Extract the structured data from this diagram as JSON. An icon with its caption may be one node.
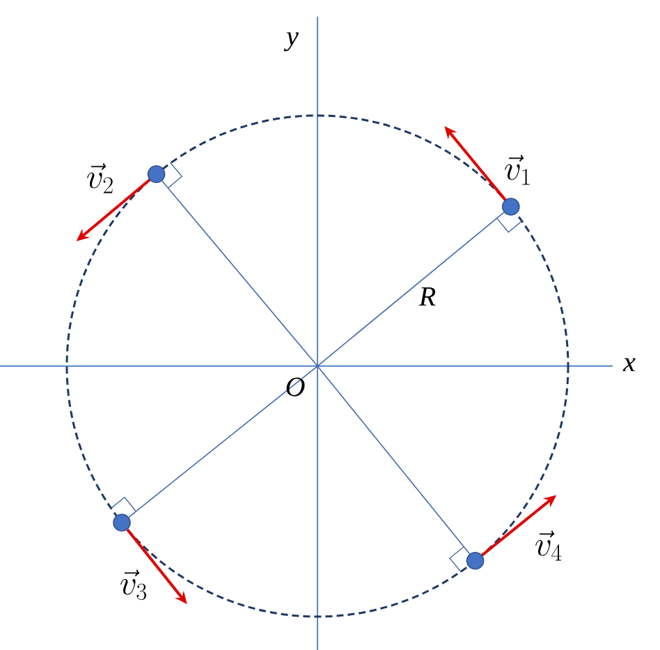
{
  "diagram": {
    "nodes": [
      {
        "text": [],
        "shape": "circle",
        "beside": [
          "\\vec{v}_2"
        ]
      },
      {
        "text": [],
        "shape": "circle",
        "beside": [
          "\\vec{v}_1"
        ]
      },
      {
        "text": [],
        "shape": "circle",
        "beside": [
          "\\vec{v}_3"
        ]
      },
      {
        "text": [],
        "shape": "circle",
        "beside": [
          "\\vec{v}_4"
        ]
      }
    ],
    "edges": [
      {
        "from": null,
        "to": 0,
        "arrow": "none"
      },
      {
        "from": null,
        "to": 1,
        "arrow": "none",
        "label": "R"
      },
      {
        "from": null,
        "to": 2,
        "arrow": "none"
      },
      {
        "from": null,
        "to": 3,
        "arrow": "none"
      },
      {
        "from": 0,
        "to": null,
        "arrow": "to",
        "color": "#e00000"
      },
      {
        "from": 1,
        "to": null,
        "arrow": "to",
        "color": "#e00000"
      },
      {
        "from": 2,
        "to": null,
        "arrow": "to",
        "color": "#e00000"
      },
      {
        "from": 3,
        "to": null,
        "arrow": "to",
        "color": "#e00000"
      }
    ],
    "labels": [
      "y",
      "x",
      "O"
    ]
  }
}
